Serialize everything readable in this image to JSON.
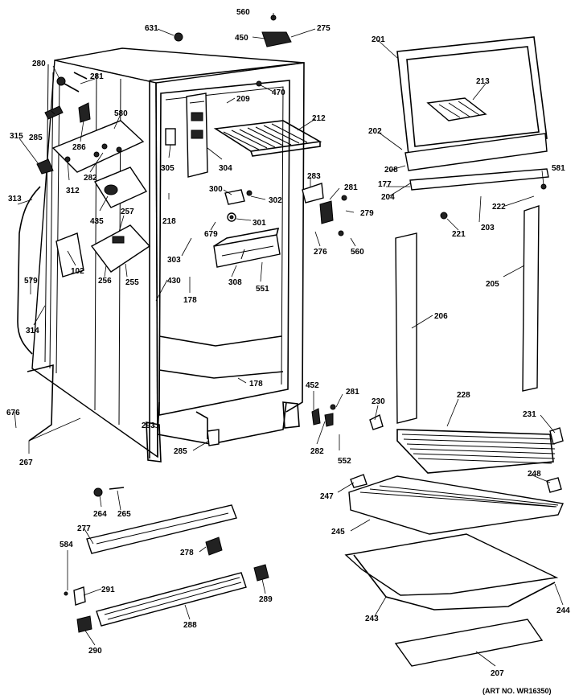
{
  "footer": {
    "art_no": "(ART NO. WR16350)"
  },
  "callouts": [
    {
      "id": "c560a",
      "text": "560"
    },
    {
      "id": "c631",
      "text": "631"
    },
    {
      "id": "c450",
      "text": "450"
    },
    {
      "id": "c275",
      "text": "275"
    },
    {
      "id": "c201",
      "text": "201"
    },
    {
      "id": "c280",
      "text": "280"
    },
    {
      "id": "c281a",
      "text": "281"
    },
    {
      "id": "c470",
      "text": "470"
    },
    {
      "id": "c209",
      "text": "209"
    },
    {
      "id": "c580",
      "text": "580"
    },
    {
      "id": "c212",
      "text": "212"
    },
    {
      "id": "c213",
      "text": "213"
    },
    {
      "id": "c285a",
      "text": "285"
    },
    {
      "id": "c315",
      "text": "315"
    },
    {
      "id": "c286",
      "text": "286"
    },
    {
      "id": "c202",
      "text": "202"
    },
    {
      "id": "c305",
      "text": "305"
    },
    {
      "id": "c304",
      "text": "304"
    },
    {
      "id": "c282a",
      "text": "282"
    },
    {
      "id": "c312",
      "text": "312"
    },
    {
      "id": "c208",
      "text": "208"
    },
    {
      "id": "c581",
      "text": "581"
    },
    {
      "id": "c283",
      "text": "283"
    },
    {
      "id": "c177",
      "text": "177"
    },
    {
      "id": "c281b",
      "text": "281"
    },
    {
      "id": "c300",
      "text": "300"
    },
    {
      "id": "c302",
      "text": "302"
    },
    {
      "id": "c204",
      "text": "204"
    },
    {
      "id": "c313",
      "text": "313"
    },
    {
      "id": "c218",
      "text": "218"
    },
    {
      "id": "c435",
      "text": "435"
    },
    {
      "id": "c279",
      "text": "279"
    },
    {
      "id": "c222",
      "text": "222"
    },
    {
      "id": "c203",
      "text": "203"
    },
    {
      "id": "c257",
      "text": "257"
    },
    {
      "id": "c301",
      "text": "301"
    },
    {
      "id": "c679",
      "text": "679"
    },
    {
      "id": "c221",
      "text": "221"
    },
    {
      "id": "c276",
      "text": "276"
    },
    {
      "id": "c560b",
      "text": "560"
    },
    {
      "id": "c303",
      "text": "303"
    },
    {
      "id": "c102",
      "text": "102"
    },
    {
      "id": "c308",
      "text": "308"
    },
    {
      "id": "c205",
      "text": "205"
    },
    {
      "id": "c579",
      "text": "579"
    },
    {
      "id": "c256",
      "text": "256"
    },
    {
      "id": "c255",
      "text": "255"
    },
    {
      "id": "c430",
      "text": "430"
    },
    {
      "id": "c551",
      "text": "551"
    },
    {
      "id": "c178a",
      "text": "178"
    },
    {
      "id": "c314",
      "text": "314"
    },
    {
      "id": "c206",
      "text": "206"
    },
    {
      "id": "c178b",
      "text": "178"
    },
    {
      "id": "c452",
      "text": "452"
    },
    {
      "id": "c281c",
      "text": "281"
    },
    {
      "id": "c230",
      "text": "230"
    },
    {
      "id": "c228",
      "text": "228"
    },
    {
      "id": "c676",
      "text": "676"
    },
    {
      "id": "c231",
      "text": "231"
    },
    {
      "id": "c293",
      "text": "293"
    },
    {
      "id": "c282b",
      "text": "282"
    },
    {
      "id": "c552",
      "text": "552"
    },
    {
      "id": "c285b",
      "text": "285"
    },
    {
      "id": "c267",
      "text": "267"
    },
    {
      "id": "c248",
      "text": "248"
    },
    {
      "id": "c247",
      "text": "247"
    },
    {
      "id": "c264",
      "text": "264"
    },
    {
      "id": "c265",
      "text": "265"
    },
    {
      "id": "c277",
      "text": "277"
    },
    {
      "id": "c245",
      "text": "245"
    },
    {
      "id": "c584",
      "text": "584"
    },
    {
      "id": "c278",
      "text": "278"
    },
    {
      "id": "c291",
      "text": "291"
    },
    {
      "id": "c289",
      "text": "289"
    },
    {
      "id": "c244",
      "text": "244"
    },
    {
      "id": "c288",
      "text": "288"
    },
    {
      "id": "c243",
      "text": "243"
    },
    {
      "id": "c290",
      "text": "290"
    },
    {
      "id": "c207",
      "text": "207"
    }
  ]
}
